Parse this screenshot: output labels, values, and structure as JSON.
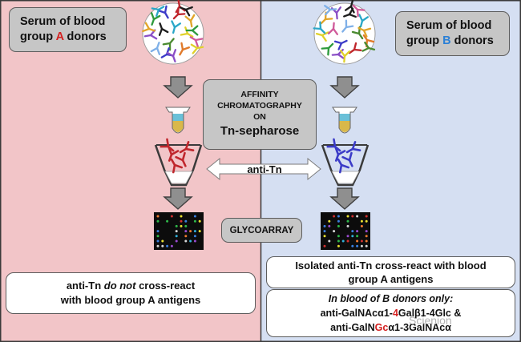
{
  "serum_a": {
    "line1": "Serum of blood",
    "line2_prefix": "group ",
    "group_letter": "A",
    "line2_suffix": " donors"
  },
  "serum_b": {
    "line1": "Serum of blood",
    "line2_prefix": "group ",
    "group_letter": "B",
    "line2_suffix": " donors"
  },
  "affinity": {
    "line1": "AFFINITY",
    "line2": "CHROMATOGRAPHY",
    "line3": "ON",
    "line4": "Tn-sepharose"
  },
  "anti_tn_label": "anti-Tn",
  "glycoarray_label": "GLYCOARRAY",
  "left_result": {
    "line1_prefix": "anti-Tn ",
    "line1_em": "do not",
    "line1_suffix": " cross-react",
    "line2": "with blood group A antigens"
  },
  "right_result": {
    "line1": "Isolated anti-Tn cross-react with blood",
    "line2": "group A antigens"
  },
  "right_note": {
    "line1": "In blood of B donors only:",
    "line2_a": "anti-GalNAcα1-",
    "line2_red": "4",
    "line2_b": "Galβ1-4Glc &",
    "line3_a": "anti-GalN",
    "line3_red": "Gc",
    "line3_b": "α1-3GalNAcα"
  },
  "watermark": {
    "glyph": "",
    "text": "Scienion"
  },
  "colors": {
    "left_panel": "#f2c5c8",
    "right_panel": "#d5dff2",
    "box_grey": "#c6c6c6",
    "group_a_text": "#d42020",
    "group_b_text": "#2a7fd6",
    "antibody_red": "#c0262c",
    "antibody_blue": "#3c3cc8"
  },
  "icons": {
    "antibody_mix_left": "antibody-mix-icon",
    "antibody_mix_right": "antibody-mix-icon",
    "column": "chromatography-column-icon",
    "tube": "collection-tube-icon",
    "arrow": "down-arrow-icon",
    "microarray": "microarray-slide-icon",
    "double_arrow": "double-arrow-icon"
  }
}
